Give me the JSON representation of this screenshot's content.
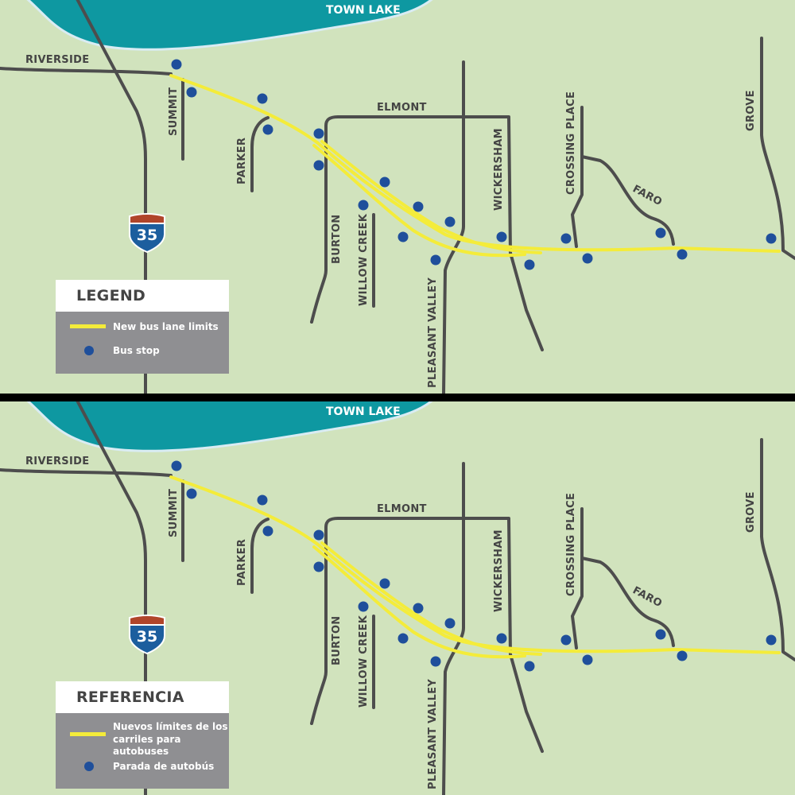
{
  "water": {
    "label": "TOWN LAKE",
    "color": "#0e98a1"
  },
  "highway": {
    "number": "35"
  },
  "streets": {
    "riverside": "RIVERSIDE",
    "summit": "SUMMIT",
    "parker": "PARKER",
    "elmont": "ELMONT",
    "burton": "BURTON",
    "willow_creek": "WILLOW CREEK",
    "pleasant_valley": "PLEASANT VALLEY",
    "wickersham": "WICKERSHAM",
    "crossing_place": "CROSSING PLACE",
    "faro": "FARO",
    "grove": "GROVE"
  },
  "colors": {
    "land": "#d1e3bd",
    "road": "#4d4d4d",
    "bus_lane": "#f4ec3a",
    "bus_stop": "#1f4f9b",
    "legend_bg": "#8f8f92"
  },
  "legend_en": {
    "title": "LEGEND",
    "bus_lane": "New bus lane limits",
    "bus_stop": "Bus stop"
  },
  "legend_es": {
    "title": "REFERENCIA",
    "bus_lane_1": "Nuevos límites de los",
    "bus_lane_2": "carriles para autobuses",
    "bus_stop": "Parada de autobús"
  }
}
